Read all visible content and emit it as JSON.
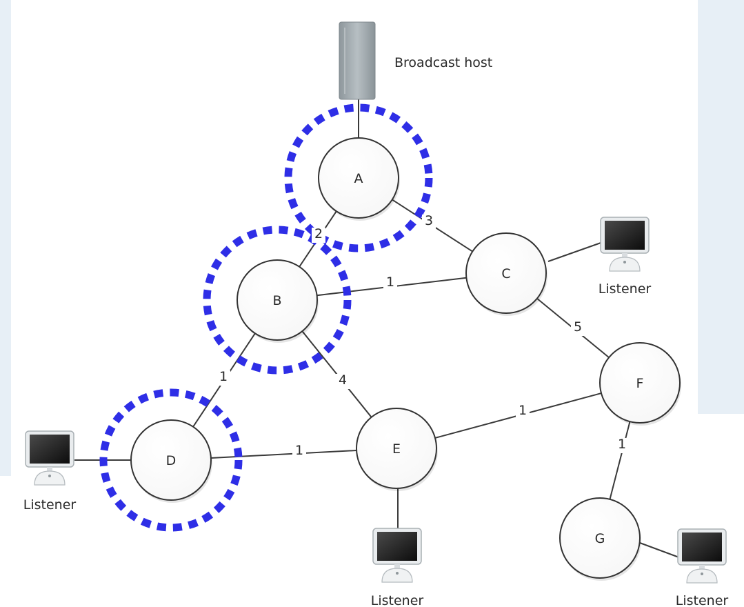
{
  "host": {
    "label": "Broadcast host"
  },
  "nodes": [
    {
      "id": "A",
      "label": "A",
      "highlighted": true
    },
    {
      "id": "B",
      "label": "B",
      "highlighted": true
    },
    {
      "id": "C",
      "label": "C",
      "highlighted": false
    },
    {
      "id": "D",
      "label": "D",
      "highlighted": true
    },
    {
      "id": "E",
      "label": "E",
      "highlighted": false
    },
    {
      "id": "F",
      "label": "F",
      "highlighted": false
    },
    {
      "id": "G",
      "label": "G",
      "highlighted": false
    }
  ],
  "edges": [
    {
      "from": "A",
      "to": "B",
      "weight": "2"
    },
    {
      "from": "A",
      "to": "C",
      "weight": "3"
    },
    {
      "from": "B",
      "to": "C",
      "weight": "1"
    },
    {
      "from": "B",
      "to": "D",
      "weight": "1"
    },
    {
      "from": "B",
      "to": "E",
      "weight": "4"
    },
    {
      "from": "C",
      "to": "F",
      "weight": "5"
    },
    {
      "from": "D",
      "to": "E",
      "weight": "1"
    },
    {
      "from": "E",
      "to": "F",
      "weight": "1"
    },
    {
      "from": "F",
      "to": "G",
      "weight": "1"
    }
  ],
  "listeners": [
    {
      "attached_to": "C",
      "label": "Listener"
    },
    {
      "attached_to": "D",
      "label": "Listener"
    },
    {
      "attached_to": "E",
      "label": "Listener"
    },
    {
      "attached_to": "G",
      "label": "Listener"
    }
  ],
  "colors": {
    "highlight": "#2e2ee6",
    "node_stroke": "#333333",
    "edge": "#3a3a3a",
    "background_tint": "#e7eff6"
  }
}
